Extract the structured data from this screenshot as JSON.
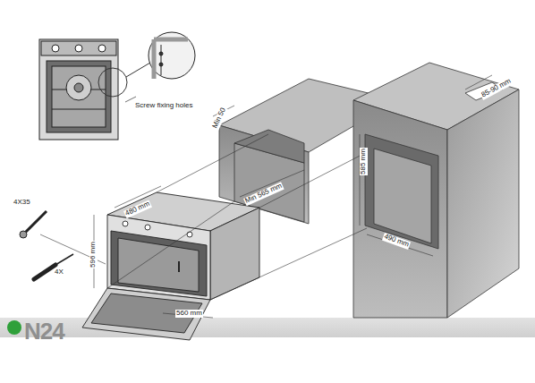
{
  "diagram": {
    "labels": [
      "Screw fixing holes",
      "Min 50",
      "Min 565 mm",
      "585 mm",
      "490 mm",
      "85-90 mm",
      "4X35",
      "4X",
      "480 mm",
      "596 mm",
      "560 mm",
      "N24"
    ]
  }
}
